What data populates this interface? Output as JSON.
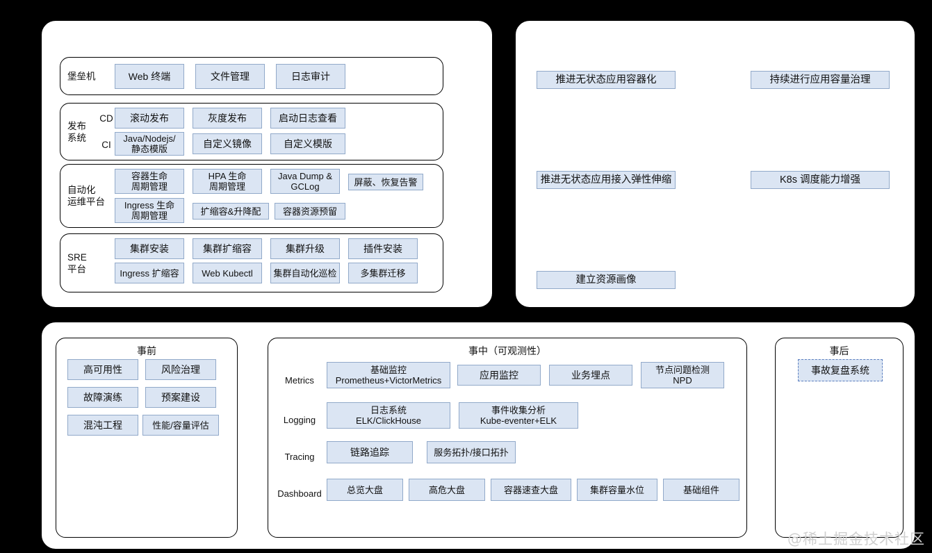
{
  "watermark": "@稀土掘金技术社区",
  "capability_panel": {
    "groups": [
      {
        "name": "bastion",
        "label": "堡垒机",
        "rows": [
          {
            "chips": [
              {
                "text": "Web 终端"
              },
              {
                "text": "文件管理"
              },
              {
                "text": "日志审计"
              }
            ]
          }
        ]
      },
      {
        "name": "release-system",
        "label": "发布\n系统",
        "rows": [
          {
            "sub_label": "CD",
            "chips": [
              {
                "text": "滚动发布"
              },
              {
                "text": "灰度发布"
              },
              {
                "text": "启动日志查看"
              }
            ]
          },
          {
            "sub_label": "CI",
            "chips": [
              {
                "text": "Java/Nodejs/\n静态模版"
              },
              {
                "text": "自定义镜像"
              },
              {
                "text": "自定义模版"
              }
            ]
          }
        ]
      },
      {
        "name": "automation-ops-platform",
        "label": "自动化\n运维平台",
        "rows": [
          {
            "chips": [
              {
                "text": "容器生命\n周期管理"
              },
              {
                "text": "HPA 生命\n周期管理"
              },
              {
                "text": "Java Dump &\nGCLog"
              },
              {
                "text": "屏蔽、恢复告警"
              }
            ]
          },
          {
            "chips": [
              {
                "text": "Ingress 生命\n周期管理"
              },
              {
                "text": "扩缩容&升降配"
              },
              {
                "text": "容器资源预留"
              }
            ]
          }
        ]
      },
      {
        "name": "sre-platform",
        "label": "SRE\n平台",
        "rows": [
          {
            "chips": [
              {
                "text": "集群安装"
              },
              {
                "text": "集群扩缩容"
              },
              {
                "text": "集群升级"
              },
              {
                "text": "插件安装"
              }
            ]
          },
          {
            "chips": [
              {
                "text": "Ingress 扩缩容"
              },
              {
                "text": "Web Kubectl"
              },
              {
                "text": "集群自动化巡检"
              },
              {
                "text": "多集群迁移"
              }
            ]
          }
        ]
      }
    ]
  },
  "goals_panel": {
    "items": [
      {
        "text": "推进无状态应用容器化",
        "col": 0,
        "row": 0
      },
      {
        "text": "持续进行应用容量治理",
        "col": 1,
        "row": 0
      },
      {
        "text": "推进无状态应用接入弹性伸缩",
        "col": 0,
        "row": 1
      },
      {
        "text": "K8s 调度能力增强",
        "col": 1,
        "row": 1
      },
      {
        "text": "建立资源画像",
        "col": 0,
        "row": 2
      }
    ]
  },
  "lifecycle_panel": {
    "before": {
      "title": "事前",
      "chips": [
        {
          "text": "高可用性"
        },
        {
          "text": "风险治理"
        },
        {
          "text": "故障演练"
        },
        {
          "text": "预案建设"
        },
        {
          "text": "混沌工程"
        },
        {
          "text": "性能/容量评估"
        }
      ]
    },
    "during": {
      "title": "事中（可观测性）",
      "rows": [
        {
          "label": "Metrics",
          "chips": [
            {
              "text": "基础监控\nPrometheus+VictorMetrics"
            },
            {
              "text": "应用监控"
            },
            {
              "text": "业务埋点"
            },
            {
              "text": "节点问题检测\nNPD"
            }
          ]
        },
        {
          "label": "Logging",
          "chips": [
            {
              "text": "日志系统\nELK/ClickHouse"
            },
            {
              "text": "事件收集分析\nKube-eventer+ELK"
            }
          ]
        },
        {
          "label": "Tracing",
          "chips": [
            {
              "text": "链路追踪"
            },
            {
              "text": "服务拓扑/接口拓扑"
            }
          ]
        },
        {
          "label": "Dashboard",
          "chips": [
            {
              "text": "总览大盘"
            },
            {
              "text": "高危大盘"
            },
            {
              "text": "容器速查大盘"
            },
            {
              "text": "集群容量水位"
            },
            {
              "text": "基础组件"
            }
          ]
        }
      ]
    },
    "after": {
      "title": "事后",
      "chips": [
        {
          "text": "事故复盘系统",
          "style": "dashed"
        }
      ]
    }
  }
}
